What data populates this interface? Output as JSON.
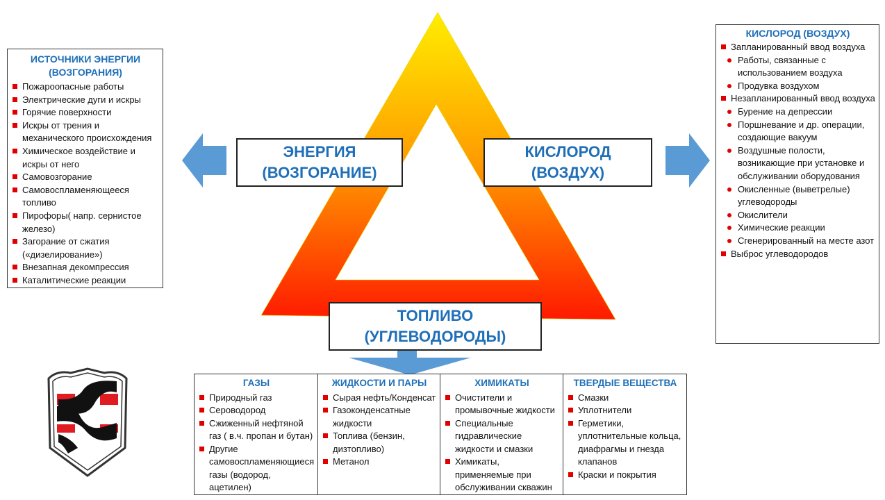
{
  "triangle": {
    "colors": {
      "top": "#ffee00",
      "middle": "#ff9900",
      "bottom": "#ff1a00"
    }
  },
  "labels": {
    "energy": {
      "line1": "ЭНЕРГИЯ",
      "line2": "(ВОЗГОРАНИЕ)"
    },
    "oxygen": {
      "line1": "КИСЛОРОД",
      "line2": "(ВОЗДУХ)"
    },
    "fuel": {
      "line1": "ТОПЛИВО",
      "line2": "(УГЛЕВОДОРОДЫ)"
    }
  },
  "energy_panel": {
    "title1": "ИСТОЧНИКИ ЭНЕРГИИ",
    "title2": "(ВОЗГОРАНИЯ)",
    "items": [
      "Пожароопасные работы",
      "Электрические дуги и искры",
      "Горячие поверхности",
      "Искры от трения и механического происхождения",
      "Химическое воздействие и искры от него",
      "Самовозгорание",
      "Самовоспламеняющееся топливо",
      "Пирофоры( напр. сернистое железо)",
      "Загорание от сжатия («дизелирование»)",
      "Внезапная декомпрессия",
      "Каталитические реакции"
    ]
  },
  "oxygen_panel": {
    "title": "КИСЛОРОД (ВОЗДУХ)",
    "planned": "Запланированный ввод воздуха",
    "planned_items": [
      "Работы, связанные с использованием воздуха",
      "Продувка воздухом"
    ],
    "unplanned": "Незапланированный ввод воздуха",
    "unplanned_items": [
      "Бурение на депрессии",
      "Поршневание и др. операции, создающие вакуум",
      "Воздушные полости, возникающие при установке и обслуживании оборудования",
      "Окисленные (выветрелые) углеводороды",
      "Окислители",
      "Химические реакции",
      "Сгенерированный на месте азот"
    ],
    "release": "Выброс углеводородов"
  },
  "fuel_table": {
    "columns": [
      {
        "title": "ГАЗЫ",
        "items": [
          "Природный газ",
          "Сероводород",
          "Сжиженный нефтяной газ ( в.ч. пропан и бутан)",
          "Другие самовоспламеняющиеся газы (водород, ацетилен)"
        ]
      },
      {
        "title": "ЖИДКОСТИ И ПАРЫ",
        "items": [
          "Сырая нефть/Конденсат",
          "Газоконденсатные жидкости",
          "Топлива (бензин, дизтопливо)",
          "Метанол"
        ]
      },
      {
        "title": "ХИМИКАТЫ",
        "items": [
          "Очистители и промывочные жидкости",
          "Специальные гидравлические жидкости и смазки",
          "Химикаты, применяемые при обслуживании скважин"
        ]
      },
      {
        "title": "ТВЕРДЫЕ ВЕЩЕСТВА",
        "items": [
          "Смазки",
          "Уплотнители",
          "Герметики, уплотнительные кольца, диафрагмы и гнезда клапанов",
          "Краски и покрытия"
        ]
      }
    ]
  },
  "arrow_color": "#5b9bd5",
  "logo": {
    "colors": {
      "red": "#e01b22",
      "black": "#111111",
      "outline": "#333333"
    }
  }
}
